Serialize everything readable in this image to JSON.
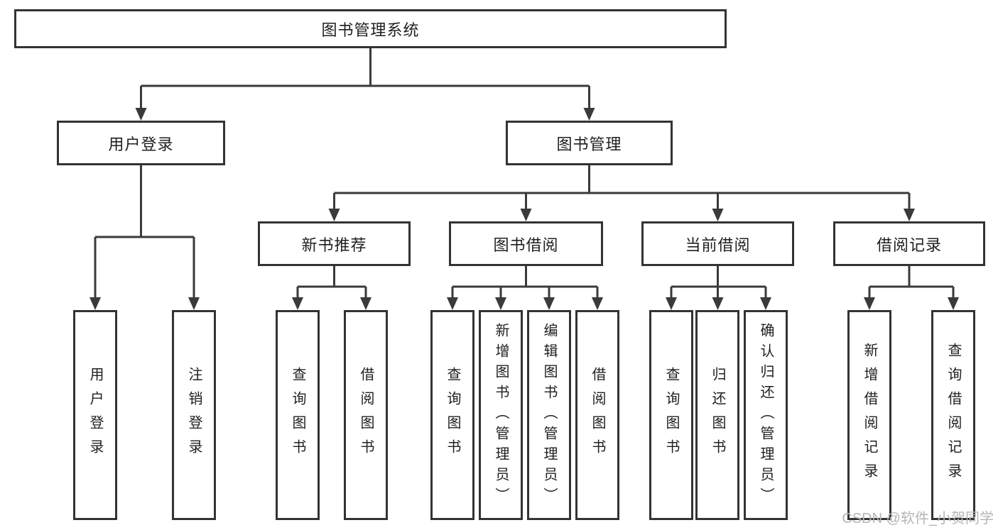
{
  "tree": {
    "root_label": "图书管理系统",
    "level1": [
      {
        "label": "用户登录",
        "leaves": [
          "用户登录",
          "注销登录"
        ]
      },
      {
        "label": "图书管理"
      }
    ],
    "level2": [
      {
        "label": "新书推荐",
        "leaves": [
          "查询图书",
          "借阅图书"
        ]
      },
      {
        "label": "图书借阅",
        "leaves": [
          "查询图书",
          "新增图书（管理员）",
          "编辑图书（管理员）",
          "借阅图书"
        ]
      },
      {
        "label": "当前借阅",
        "leaves": [
          "查询图书",
          "归还图书",
          "确认归还（管理员）"
        ]
      },
      {
        "label": "借阅记录",
        "leaves": [
          "新增借阅记录",
          "查询借阅记录"
        ]
      }
    ]
  },
  "watermark": "CSDN @软件_小贺同学",
  "colors": {
    "line": "#3a3a3a",
    "border": "#333333",
    "text": "#1f1f1f",
    "watermark": "#b5b5b5"
  }
}
